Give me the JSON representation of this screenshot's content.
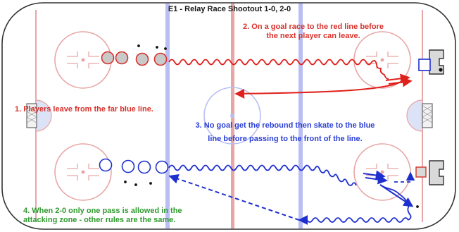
{
  "diagram": {
    "title": "E1 - Relay Race Shootout 1-0, 2-0",
    "notes": {
      "note1": "1. Players leave from the far blue line.",
      "note2_line1": "2. On a goal race to the red line before",
      "note2_line2": "the next player can leave.",
      "note3_line1": "3. No goal get the rebound then skate to the blue",
      "note3_line2": "line before passing to the front of the line.",
      "note4_line1": "4. When 2-0 only one pass is allowed in the",
      "note4_line2": "attacking zone - other rules are the same."
    },
    "colors": {
      "rink_red": "#e8a6a6",
      "rink_blue": "#b9bff2",
      "skate_red": "#e0201b",
      "skate_blue": "#1e2fd0",
      "note_red": "#d8312b",
      "note_blue": "#2a3fd6",
      "note_green": "#2f9a2f",
      "player_fill": "#c9c9c9"
    }
  }
}
